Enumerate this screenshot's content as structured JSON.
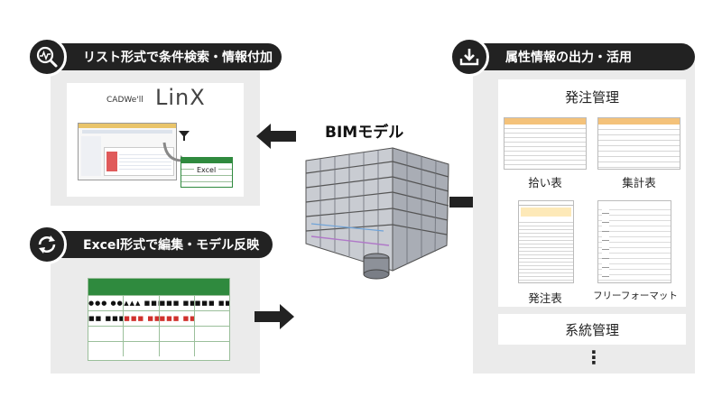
{
  "left_top": {
    "title": "リスト形式で条件検索・情報付加",
    "brand_small": "CADWe'll",
    "brand_big": "LinX",
    "excel_label": "Excel"
  },
  "left_bottom": {
    "title": "Excel形式で編集・モデル反映",
    "grid_row1": [
      "●●● ●●●",
      "▲▲▲ ■■■",
      "■■■ ■■■",
      "■■■ ■■■"
    ],
    "grid_row2": [
      "■■ ■■■■",
      "■■■ ■■■",
      "■■■ ■■■",
      ""
    ]
  },
  "center": {
    "title": "BIMモデル"
  },
  "right": {
    "title": "属性情報の出力・活用",
    "section1": "発注管理",
    "doc1": "拾い表",
    "doc2": "集計表",
    "doc3": "発注表",
    "doc4": "フリーフォーマット",
    "section2": "系統管理",
    "more": "⋮"
  },
  "colors": {
    "header_bg": "#222222",
    "panel_bg": "#ebebeb",
    "excel_green": "#2f8a3e",
    "accent_red": "#d0312d",
    "sheet_orange": "#f4c27a"
  },
  "icons": [
    "search-analytics-icon",
    "sync-icon",
    "download-icon",
    "filter-icon"
  ]
}
